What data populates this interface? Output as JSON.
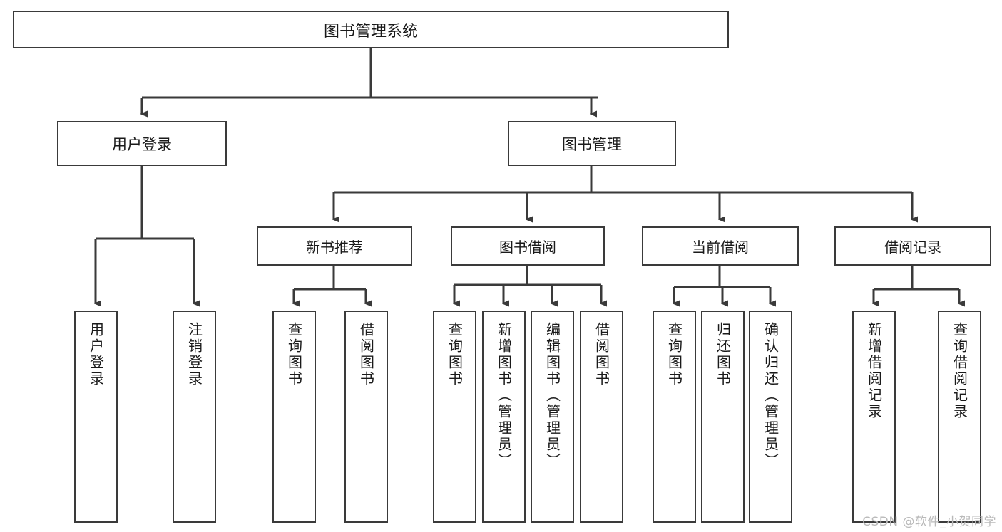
{
  "diagram": {
    "title": "图书管理系统",
    "type": "tree-hierarchy-functional-decomposition",
    "root": {
      "label": "图书管理系统"
    },
    "level2": [
      {
        "label": "用户登录"
      },
      {
        "label": "图书管理"
      }
    ],
    "level3": [
      {
        "label": "新书推荐"
      },
      {
        "label": "图书借阅"
      },
      {
        "label": "当前借阅"
      },
      {
        "label": "借阅记录"
      }
    ],
    "leaves": {
      "user_login": [
        {
          "label": "用户登录"
        },
        {
          "label": "注销登录"
        }
      ],
      "new_book_recommend": [
        {
          "label": "查询图书"
        },
        {
          "label": "借阅图书"
        }
      ],
      "book_borrow": [
        {
          "label": "查询图书"
        },
        {
          "label": "新增图书（管理员）"
        },
        {
          "label": "编辑图书（管理员）"
        },
        {
          "label": "借阅图书"
        }
      ],
      "current_borrow": [
        {
          "label": "查询图书"
        },
        {
          "label": "归还图书"
        },
        {
          "label": "确认归还（管理员）"
        }
      ],
      "borrow_record": [
        {
          "label": "新增借阅记录"
        },
        {
          "label": "查询借阅记录"
        }
      ]
    }
  },
  "watermark": {
    "text": "CSDN @软件_小贺同学"
  },
  "colors": {
    "stroke": "#3a3a3a",
    "background": "#ffffff",
    "text": "#1a1a1a",
    "watermark": "#b9b9b9"
  }
}
